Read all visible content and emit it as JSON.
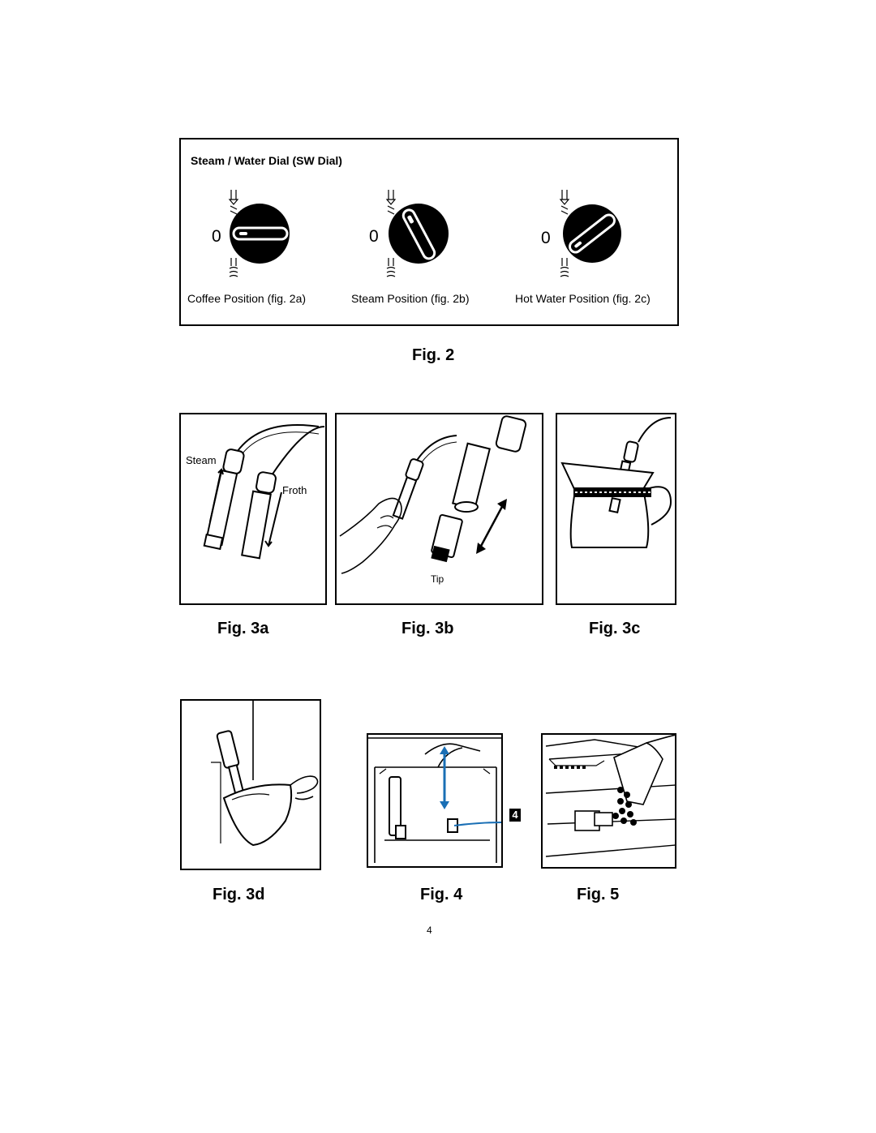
{
  "dial_box": {
    "title": "Steam / Water Dial (SW Dial)",
    "dials": [
      {
        "zero": "0",
        "caption": "Coffee Position (fig. 2a)"
      },
      {
        "zero": "0",
        "caption": "Steam Position (fig. 2b)"
      },
      {
        "zero": "0",
        "caption": "Hot Water Position (fig. 2c)"
      }
    ]
  },
  "fig2_caption": "Fig. 2",
  "fig3a": {
    "steam_label": "Steam",
    "froth_label": "Froth",
    "caption": "Fig. 3a"
  },
  "fig3b": {
    "tip_label": "Tip",
    "caption": "Fig. 3b"
  },
  "fig3c": {
    "caption": "Fig. 3c"
  },
  "fig3d": {
    "caption": "Fig. 3d"
  },
  "fig4": {
    "callout": "4",
    "caption": "Fig. 4",
    "accent": "#1a6fb5"
  },
  "fig5": {
    "caption": "Fig. 5"
  },
  "page_number": "4"
}
